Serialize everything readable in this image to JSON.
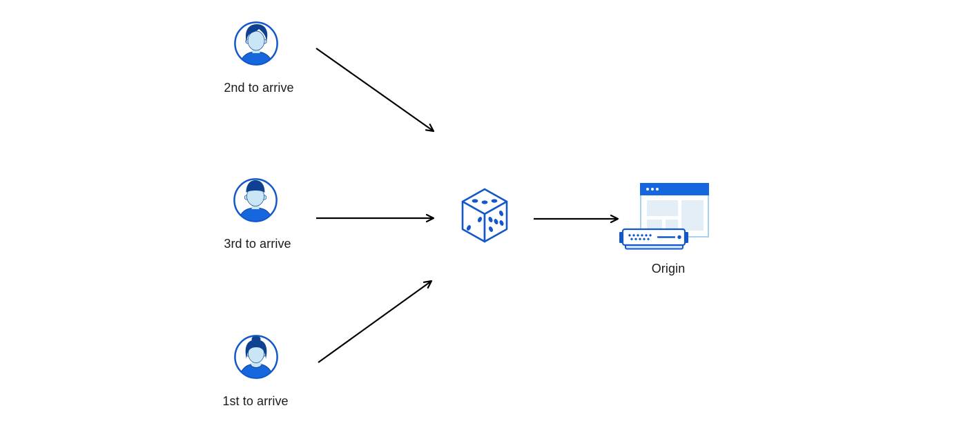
{
  "diagram": {
    "title_hidden": "",
    "visitors": [
      {
        "id": "visitor-2nd",
        "label": "2nd to arrive",
        "icon": "person-avatar-icon"
      },
      {
        "id": "visitor-3rd",
        "label": "3rd to arrive",
        "icon": "person-avatar-icon"
      },
      {
        "id": "visitor-1st",
        "label": "1st to arrive",
        "icon": "person-avatar-icon"
      }
    ],
    "selector": {
      "icon": "dice-icon",
      "meaning": "random selection"
    },
    "origin": {
      "label": "Origin",
      "icon": "origin-server-browser-icon"
    },
    "arrows": [
      {
        "from": "visitor-2nd",
        "to": "dice"
      },
      {
        "from": "visitor-3rd",
        "to": "dice"
      },
      {
        "from": "visitor-1st",
        "to": "dice"
      },
      {
        "from": "dice",
        "to": "origin"
      }
    ]
  },
  "colors": {
    "background": "#FFFFFF",
    "primary_blue": "#1257CC",
    "bright_blue": "#1667DD",
    "navy_hair": "#0E418F",
    "face_light_blue": "#C9E6F6",
    "panel_light_blue": "#E3EEF7",
    "window_border_blue": "#A6D2F0",
    "server_shadow_blue": "#D3E9F8",
    "arrow_black": "#000000",
    "label_text": "#1A1A1A"
  }
}
